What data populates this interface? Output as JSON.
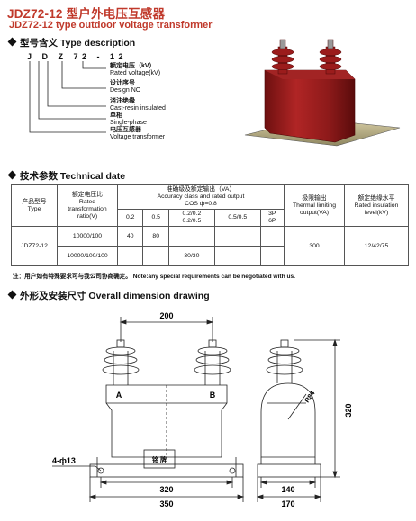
{
  "header": {
    "title": "JDZ72-12 型户外电压互感器",
    "subtitle": "JDZ72-12 type outdoor voltage transformer"
  },
  "type_description": {
    "heading": "型号含义 Type description",
    "code": "J D Z 72 - 12",
    "labels": [
      {
        "cn": "额定电压（kV）",
        "en": "Rated voltage(kV)"
      },
      {
        "cn": "设计序号",
        "en": "Design NO"
      },
      {
        "cn": "浇注绝缘",
        "en": "Cast-resin insulated"
      },
      {
        "cn": "单相",
        "en": "Single-phase"
      },
      {
        "cn": "电压互感器",
        "en": "Voltage transformer"
      }
    ]
  },
  "technical": {
    "heading": "技术参数 Technical date",
    "table": {
      "col_type": {
        "cn": "产品型号",
        "en": "Type"
      },
      "col_ratio": {
        "cn": "额定电压比",
        "en1": "Rated",
        "en2": "transformation",
        "en3": "ratio(V)"
      },
      "col_accuracy": {
        "cn": "准确级及额定输出（VA）",
        "en": "Accuracy class and rated output",
        "cos": "COS ф=0.8"
      },
      "accuracy_classes": [
        "0.2",
        "0.5",
        "0.2/0.2\n0.2/0.5",
        "0.5/0.5",
        "3P\n6P"
      ],
      "col_thermal": {
        "cn": "极限输出",
        "en1": "Thermal limiting",
        "en2": "output(VA)"
      },
      "col_insulation": {
        "cn": "额定绝缘水平",
        "en1": "Rated insulation",
        "en2": "level(kV)"
      },
      "rows": [
        {
          "ratio": "10000/100",
          "values": [
            "40",
            "80",
            "",
            "",
            ""
          ]
        },
        {
          "ratio": "10000/100/100",
          "values": [
            "",
            "",
            "30/30",
            "",
            ""
          ]
        }
      ],
      "type_value": "JDZ72-12",
      "thermal_value": "300",
      "insulation_value": "12/42/75"
    },
    "note": "注：用户如有特殊要求可与我公司协商确定。 Note:any special requirements can be negotiated with us."
  },
  "dimension": {
    "heading": "外形及安装尺寸 Overall dimension drawing",
    "labels": {
      "top_span": "200",
      "terminal_a": "A",
      "terminal_b": "B",
      "hole": "4-ф13",
      "plate": "铭 牌",
      "base_inner": "320",
      "base_outer": "350",
      "radius": "R84",
      "height": "320",
      "side_inner": "140",
      "side_outer": "170"
    }
  },
  "colors": {
    "accent": "#c0392b",
    "body_red": "#9e1f1f"
  }
}
